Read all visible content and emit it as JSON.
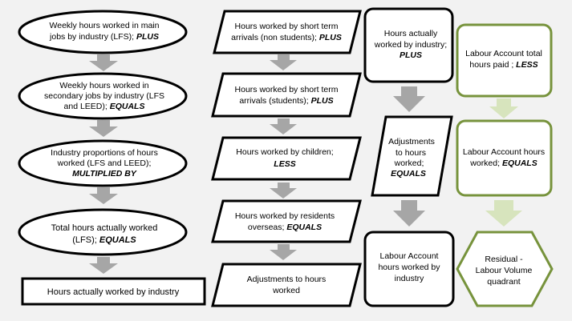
{
  "colors": {
    "background": "#f2f2f2",
    "node_fill": "#ffffff",
    "node_stroke": "#000000",
    "green_stroke": "#77933c",
    "arrow_grey": "#a6a6a6",
    "arrow_light_green": "#d7e4bd"
  },
  "col1": {
    "n1": {
      "line1": "Weekly hours worked in main",
      "line2_plain": "jobs by industry (LFS); ",
      "line2_bold": "PLUS"
    },
    "n2": {
      "line1": "Weekly hours worked in",
      "line2": "secondary jobs by industry (LFS",
      "line3_plain": "and LEED); ",
      "line3_bold": "EQUALS"
    },
    "n3": {
      "line1": "Industry proportions of hours",
      "line2": "worked (LFS and LEED);",
      "line3_bold": "MULTIPLIED BY"
    },
    "n4": {
      "line1": "Total hours actually worked",
      "line2_plain": "(LFS); ",
      "line2_bold": "EQUALS"
    },
    "n5": {
      "line1": "Hours actually worked by industry"
    }
  },
  "col2": {
    "n1": {
      "line1": "Hours worked by short term",
      "line2_plain": "arrivals (non students); ",
      "line2_bold": "PLUS"
    },
    "n2": {
      "line1": "Hours worked by short term",
      "line2_plain": "arrivals (students); ",
      "line2_bold": "PLUS"
    },
    "n3": {
      "line1": "Hours worked by children;",
      "line2_bold": "LESS"
    },
    "n4": {
      "line1": "Hours worked by residents",
      "line2_plain": "overseas; ",
      "line2_bold": "EQUALS"
    },
    "n5": {
      "line1": "Adjustments to hours",
      "line2": "worked"
    }
  },
  "col3": {
    "n1": {
      "line1": "Hours actually",
      "line2": "worked by industry;",
      "line3_bold": "PLUS"
    },
    "n2": {
      "line1": "Adjustments",
      "line2": "to hours",
      "line3": "worked;",
      "line4_bold": "EQUALS"
    },
    "n3": {
      "line1": "Labour Account",
      "line2": "hours worked by",
      "line3": "industry"
    }
  },
  "col4": {
    "n1": {
      "line1": "Labour Account total",
      "line2_plain": "hours paid ; ",
      "line2_bold": "LESS"
    },
    "n2": {
      "line1": "Labour Account hours",
      "line2_plain": "worked; ",
      "line2_bold": "EQUALS"
    },
    "n3": {
      "line1": "Residual -",
      "line2": "Labour Volume",
      "line3": "quadrant"
    }
  }
}
